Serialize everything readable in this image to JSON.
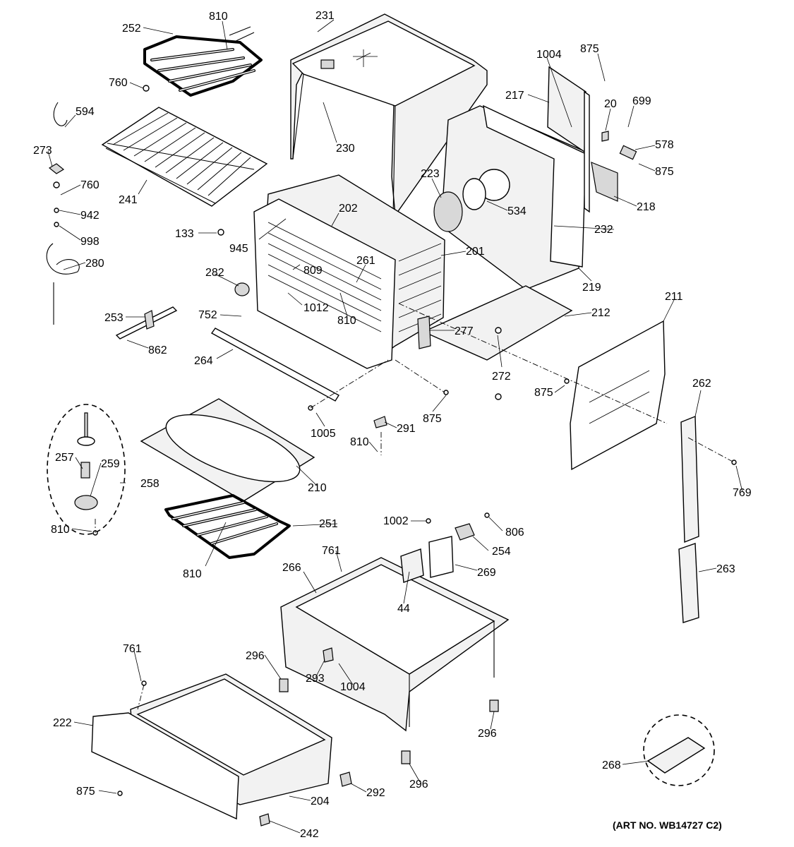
{
  "art_number": "(ART NO. WB14727 C2)",
  "labels": {
    "p252": "252",
    "p810a": "810",
    "p231": "231",
    "p760a": "760",
    "p594": "594",
    "p273": "273",
    "p760b": "760",
    "p942": "942",
    "p998": "998",
    "p280": "280",
    "p241": "241",
    "p230": "230",
    "p1004a": "1004",
    "p875a": "875",
    "p217": "217",
    "p20": "20",
    "p699": "699",
    "p578": "578",
    "p875b": "875",
    "p218": "218",
    "p223": "223",
    "p534": "534",
    "p232": "232",
    "p202": "202",
    "p133": "133",
    "p945": "945",
    "p201": "201",
    "p282": "282",
    "p261": "261",
    "p809": "809",
    "p219": "219",
    "p1012": "1012",
    "p810b": "810",
    "p211": "211",
    "p212": "212",
    "p253": "253",
    "p752": "752",
    "p277": "277",
    "p862": "862",
    "p272": "272",
    "p264": "264",
    "p875c": "875",
    "p262": "262",
    "p875d": "875",
    "p1005": "1005",
    "p291": "291",
    "p810c": "810",
    "p257": "257",
    "p259": "259",
    "p258": "258",
    "p210": "210",
    "p769": "769",
    "p810d": "810",
    "p251": "251",
    "p1002": "1002",
    "p806": "806",
    "p810e": "810",
    "p761a": "761",
    "p254": "254",
    "p266": "266",
    "p269": "269",
    "p263": "263",
    "p44": "44",
    "p761b": "761",
    "p296a": "296",
    "p293": "293",
    "p1004b": "1004",
    "p222": "222",
    "p296b": "296",
    "p268": "268",
    "p296c": "296",
    "p875e": "875",
    "p292": "292",
    "p204": "204",
    "p242": "242"
  }
}
